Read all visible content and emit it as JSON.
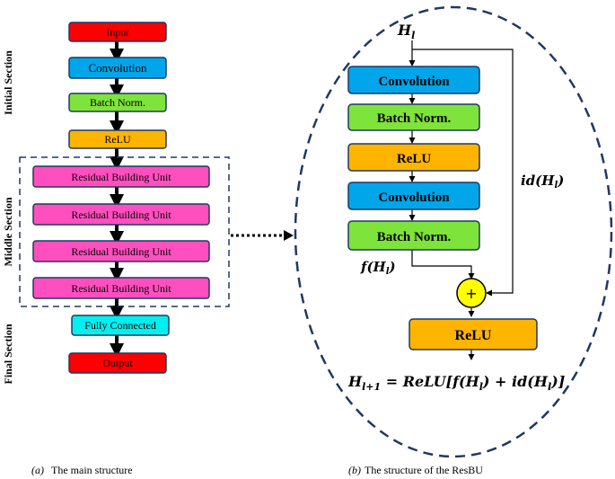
{
  "colors": {
    "red": "#ff0000",
    "blue": "#00a6e9",
    "green": "#7ee33a",
    "orange": "#ffb400",
    "pink": "#ff4fbf",
    "cyan": "#00f0f0",
    "yellow": "#ffff00",
    "dashed_border": "#1f3864"
  },
  "left": {
    "sections": {
      "initial": "Initial Section",
      "middle": "Middle Section",
      "final": "Final Section"
    },
    "blocks": {
      "input": "Input",
      "convolution": "Convolution",
      "batch_norm": "Batch Norm.",
      "relu": "ReLU",
      "resbu1": "Residual Building Unit",
      "resbu2": "Residual Building Unit",
      "resbu3": "Residual Building Unit",
      "resbu4": "Residual Building Unit",
      "fully_connected": "Fully Connected",
      "output": "Output"
    },
    "caption_letter": "(a)",
    "caption_text": "The main structure"
  },
  "right": {
    "input_label": "H_l",
    "blocks": {
      "conv1": "Convolution",
      "bn1": "Batch Norm.",
      "relu1": "ReLU",
      "conv2": "Convolution",
      "bn2": "Batch Norm.",
      "relu_out": "ReLU"
    },
    "adder_symbol": "+",
    "identity_label": "id(H_l)",
    "residual_label": "f(H_l)",
    "formula": "H_l+1 = ReLU[f(H_l) + id(H_l)]",
    "caption_letter": "(b)",
    "caption_text": "The structure of the ResBU"
  }
}
